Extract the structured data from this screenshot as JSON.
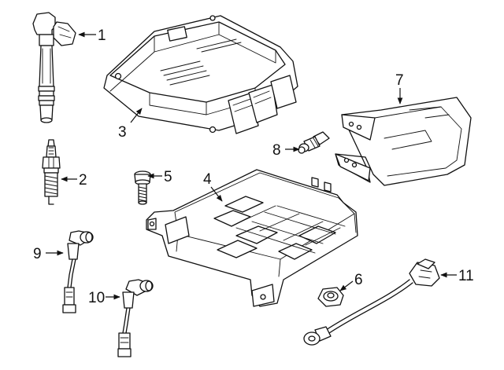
{
  "callouts": {
    "c1": "1",
    "c2": "2",
    "c3": "3",
    "c4": "4",
    "c5": "5",
    "c6": "6",
    "c7": "7",
    "c8": "8",
    "c9": "9",
    "c10": "10",
    "c11": "11"
  },
  "parts": [
    {
      "callout": "1",
      "icon": "ignition-coil-icon"
    },
    {
      "callout": "2",
      "icon": "spark-plug-icon"
    },
    {
      "callout": "3",
      "icon": "control-module-icon"
    },
    {
      "callout": "4",
      "icon": "mounting-bracket-icon"
    },
    {
      "callout": "5",
      "icon": "bolt-icon"
    },
    {
      "callout": "6",
      "icon": "nut-icon"
    },
    {
      "callout": "7",
      "icon": "cover-bracket-icon"
    },
    {
      "callout": "8",
      "icon": "sensor-plug-icon"
    },
    {
      "callout": "9",
      "icon": "sensor-icon"
    },
    {
      "callout": "10",
      "icon": "sensor-icon"
    },
    {
      "callout": "11",
      "icon": "knock-sensor-icon"
    }
  ]
}
